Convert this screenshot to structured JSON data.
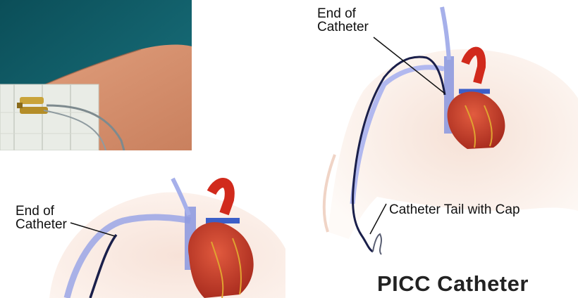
{
  "labels": {
    "end_top": "End of\nCatheter",
    "end_bottom": "End of\nCatheter",
    "tail": "Catheter Tail with Cap",
    "title": "PICC Catheter"
  }
}
